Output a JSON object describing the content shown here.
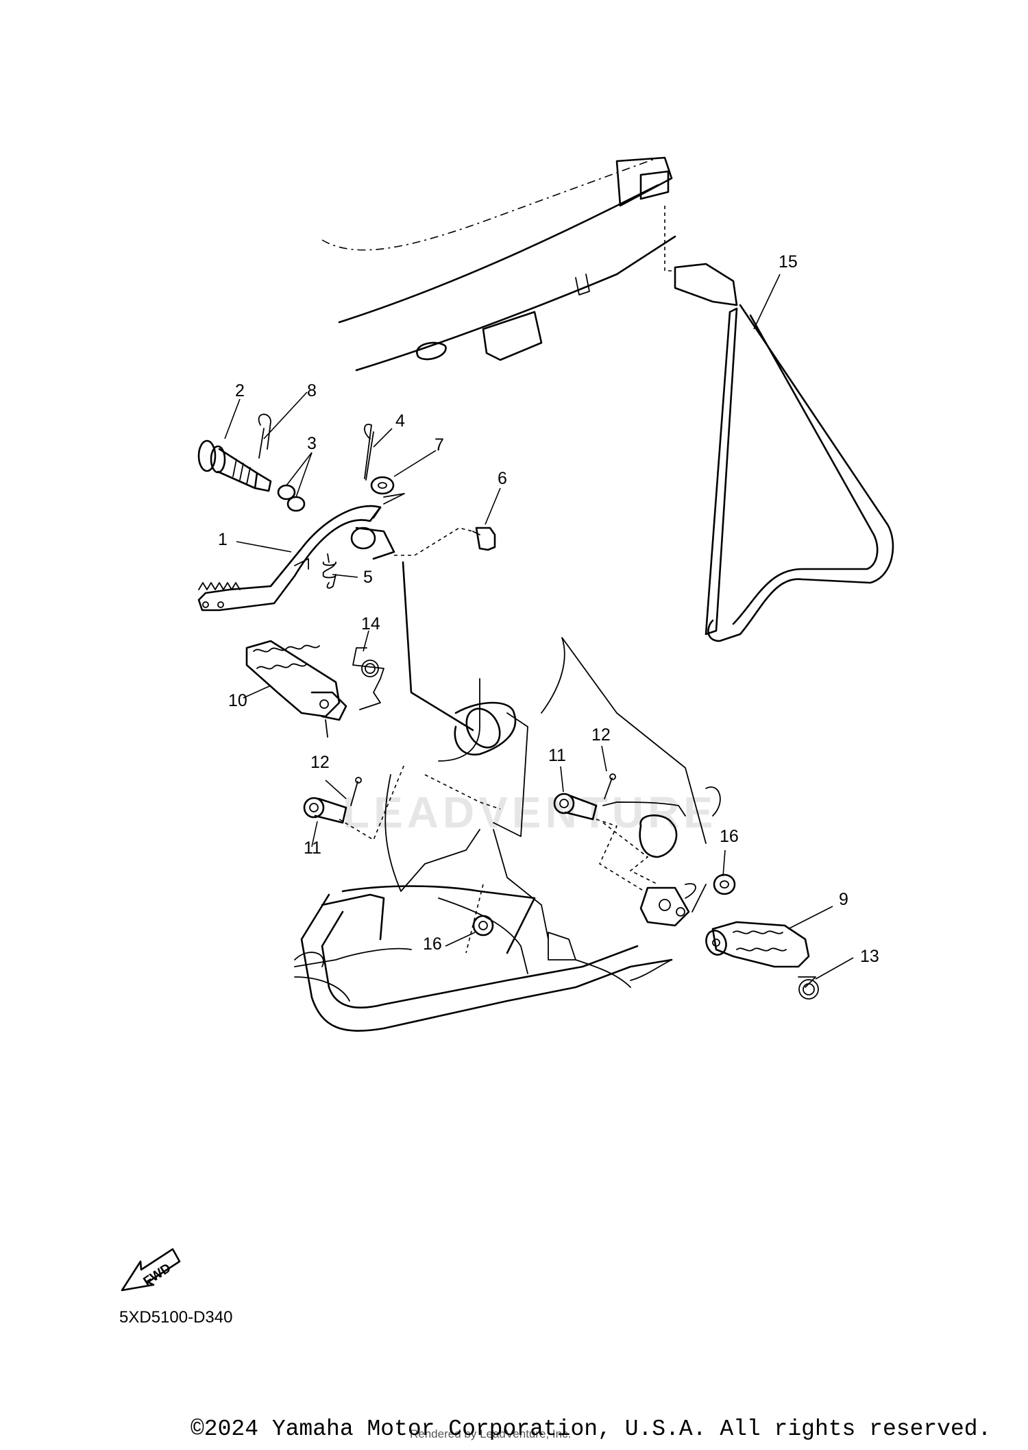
{
  "callouts": [
    {
      "id": "1",
      "label": "1"
    },
    {
      "id": "2",
      "label": "2"
    },
    {
      "id": "3",
      "label": "3"
    },
    {
      "id": "4",
      "label": "4"
    },
    {
      "id": "5",
      "label": "5"
    },
    {
      "id": "6",
      "label": "6"
    },
    {
      "id": "7",
      "label": "7"
    },
    {
      "id": "8",
      "label": "8"
    },
    {
      "id": "9",
      "label": "9"
    },
    {
      "id": "10",
      "label": "10"
    },
    {
      "id": "11a",
      "label": "11"
    },
    {
      "id": "11b",
      "label": "11"
    },
    {
      "id": "12a",
      "label": "12"
    },
    {
      "id": "12b",
      "label": "12"
    },
    {
      "id": "13",
      "label": "13"
    },
    {
      "id": "14",
      "label": "14"
    },
    {
      "id": "15",
      "label": "15"
    },
    {
      "id": "16a",
      "label": "16"
    },
    {
      "id": "16b",
      "label": "16"
    }
  ],
  "fwd_label": "FWD",
  "diagram_code": "5XD5100-D340",
  "copyright": "©2024 Yamaha Motor Corporation, U.S.A. All rights reserved.",
  "rendered_by": "Rendered by LeadVenture, Inc.",
  "watermark": "LEADVENTURE"
}
